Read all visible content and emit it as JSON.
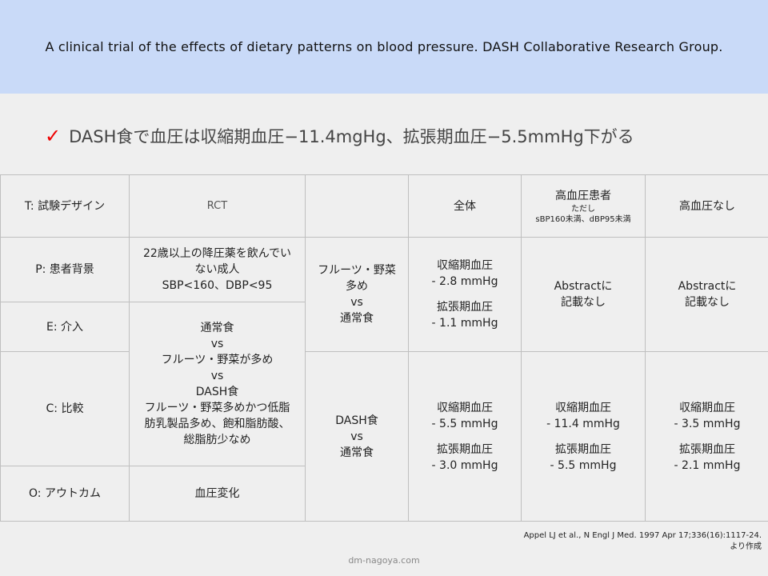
{
  "header": {
    "title": "A clinical trial of the effects of dietary patterns on blood pressure. DASH Collaborative Research Group."
  },
  "headline": {
    "check_glyph": "✓",
    "text": "DASH食で血圧は収縮期血圧−11.4mgHg、拡張期血圧−5.5mmHg下がる"
  },
  "table": {
    "t_label": "T: 試験デザイン",
    "t_value": "RCT",
    "col_all": "全体",
    "col_htn_title": "高血圧患者",
    "col_htn_note1": "ただし",
    "col_htn_note2": "sBP160未満、dBP95未満",
    "col_nohtn": "高血圧なし",
    "p_label": "P: 患者背景",
    "p_value1": "22歳以上の降圧薬を飲んでい",
    "p_value2": "ない成人",
    "p_value3": "SBP<160、DBP<95",
    "e_label": "E: 介入",
    "c_label": "C: 比較",
    "o_label": "O: アウトカム",
    "o_value": "血圧変化",
    "ec_lines": [
      "通常食",
      "vs",
      "フルーツ・野菜が多め",
      "vs",
      "DASH食",
      "フルーツ・野菜多めかつ低脂",
      "肪乳製品多め、飽和脂肪酸、",
      "総脂肪少なめ"
    ],
    "fruit_lines": [
      "フルーツ・野菜",
      "多め",
      "vs",
      "通常食"
    ],
    "dash_lines": [
      "DASH食",
      "vs",
      "通常食"
    ],
    "fruit_all_sbp_label": "収縮期血圧",
    "fruit_all_sbp": "- 2.8 mmHg",
    "fruit_all_dbp_label": "拡張期血圧",
    "fruit_all_dbp": "- 1.1 mmHg",
    "fruit_htn_1": "Abstractに",
    "fruit_htn_2": "記載なし",
    "fruit_nohtn_1": "Abstractに",
    "fruit_nohtn_2": "記載なし",
    "dash_all_sbp_label": "収縮期血圧",
    "dash_all_sbp": "- 5.5 mmHg",
    "dash_all_dbp_label": "拡張期血圧",
    "dash_all_dbp": "- 3.0 mmHg",
    "dash_htn_sbp_label": "収縮期血圧",
    "dash_htn_sbp": "- 11.4 mmHg",
    "dash_htn_dbp_label": "拡張期血圧",
    "dash_htn_dbp": "- 5.5 mmHg",
    "dash_nohtn_sbp_label": "収縮期血圧",
    "dash_nohtn_sbp": "- 3.5 mmHg",
    "dash_nohtn_dbp_label": "拡張期血圧",
    "dash_nohtn_dbp": "- 2.1 mmHg"
  },
  "reference": {
    "line1": "Appel LJ et al., N Engl J Med. 1997 Apr 17;336(16):1117-24.",
    "line2": "より作成"
  },
  "footer": {
    "site": "dm-nagoya.com"
  },
  "colors": {
    "header_bg": "#c9daf8",
    "check": "#e00000",
    "body_bg": "#efefef"
  }
}
